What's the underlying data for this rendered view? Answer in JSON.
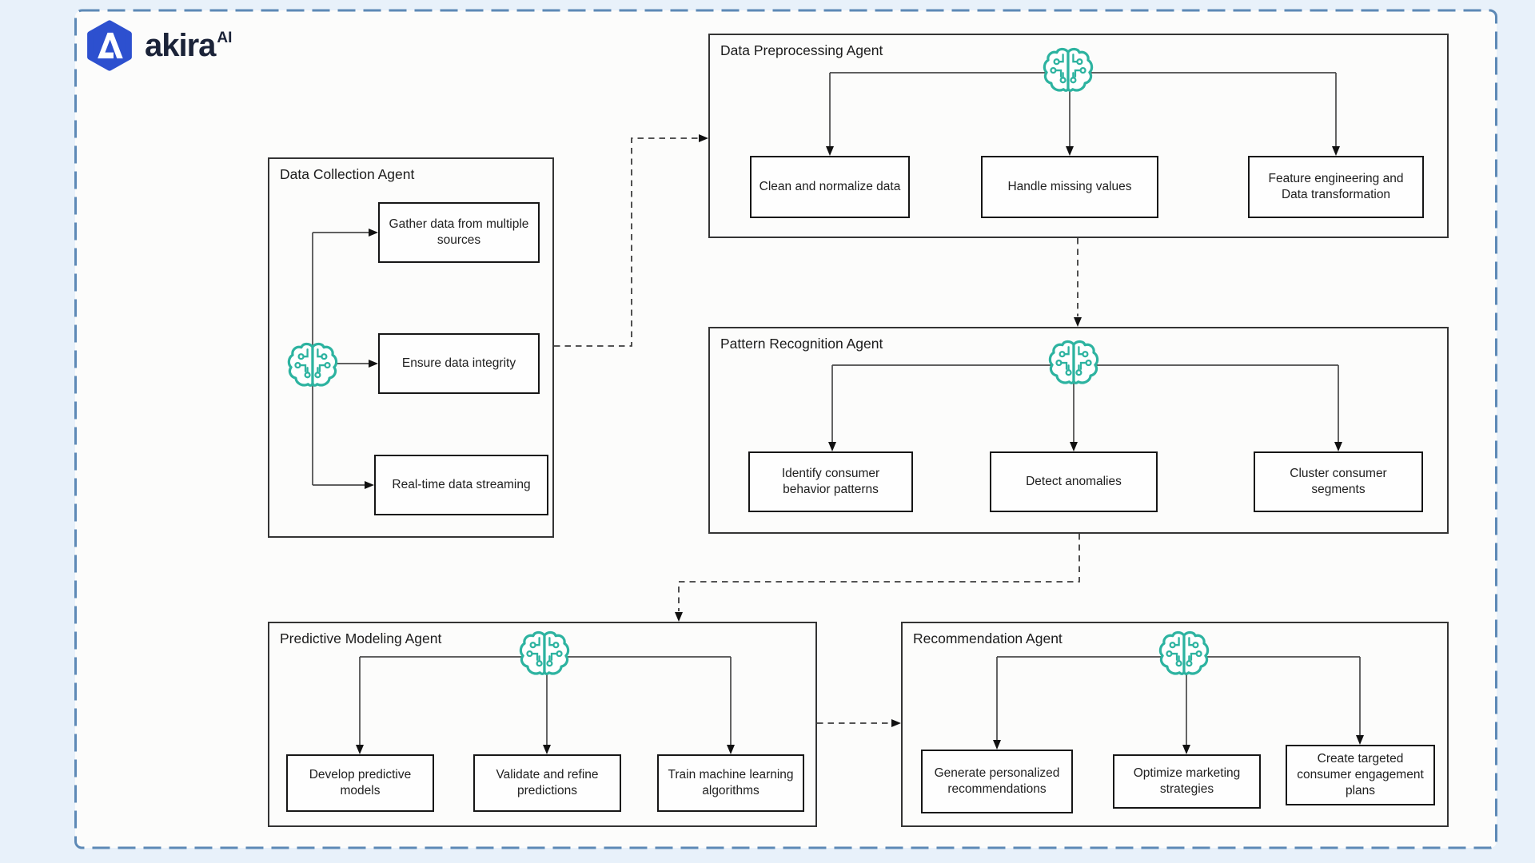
{
  "page": {
    "background_color": "#e8f1fa",
    "canvas_color": "#fcfcfb",
    "border_color": "#5d89b6",
    "border_style": "dashed"
  },
  "logo": {
    "brand": "akira",
    "superscript": "AI",
    "hexagon_color": "#2d50cf",
    "text_color": "#1b2338",
    "mark": "hexagon-a-logo"
  },
  "colors": {
    "brain_icon": "#2db3a0",
    "task_box_border": "#161616",
    "container_border": "#343434",
    "connector_line": "#4a4a4a",
    "dashed_connector": "#3d3d3d",
    "arrowhead": "#111111"
  },
  "agents": [
    {
      "id": "data-collection",
      "title": "Data Collection Agent",
      "icon": "circuit-brain-icon",
      "tasks": [
        "Gather data from multiple sources",
        "Ensure data integrity",
        "Real-time data streaming"
      ]
    },
    {
      "id": "data-preprocessing",
      "title": "Data Preprocessing Agent",
      "icon": "circuit-brain-icon",
      "tasks": [
        "Clean and normalize data",
        "Handle missing values",
        "Feature engineering and Data transformation"
      ]
    },
    {
      "id": "pattern-recognition",
      "title": "Pattern Recognition Agent",
      "icon": "circuit-brain-icon",
      "tasks": [
        "Identify consumer behavior patterns",
        "Detect anomalies",
        "Cluster consumer segments"
      ]
    },
    {
      "id": "predictive-modeling",
      "title": "Predictive Modeling Agent",
      "icon": "circuit-brain-icon",
      "tasks": [
        "Develop predictive models",
        "Validate and refine predictions",
        "Train machine learning algorithms"
      ]
    },
    {
      "id": "recommendation",
      "title": "Recommendation Agent",
      "icon": "circuit-brain-icon",
      "tasks": [
        "Generate personalized recommendations",
        "Optimize marketing strategies",
        "Create targeted consumer engagement plans"
      ]
    }
  ],
  "connections": [
    {
      "from": "data-collection",
      "to": "data-preprocessing",
      "style": "dashed-arrow"
    },
    {
      "from": "data-preprocessing",
      "to": "pattern-recognition",
      "style": "dashed-arrow"
    },
    {
      "from": "pattern-recognition",
      "to": "predictive-modeling",
      "style": "dashed-arrow"
    },
    {
      "from": "predictive-modeling",
      "to": "recommendation",
      "style": "dashed-arrow"
    }
  ]
}
